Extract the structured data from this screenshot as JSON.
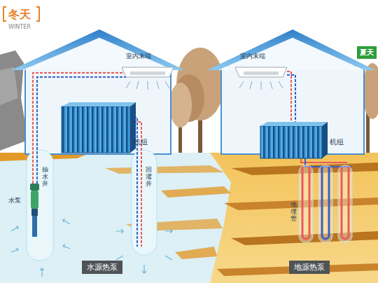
{
  "diagram": {
    "nodes": [
      {
        "text": [
          "抽水井"
        ]
      },
      {
        "text": [
          "回灌井"
        ]
      },
      {
        "text": [
          "水源热泵"
        ]
      },
      {
        "text": [
          "地源热泵"
        ]
      },
      {
        "text": [
          "夏天"
        ]
      }
    ],
    "labels": [
      "冬天",
      "WINTER",
      "室内末端",
      "室内末端",
      "机组",
      "机组",
      "水泵",
      "地埋管"
    ]
  }
}
